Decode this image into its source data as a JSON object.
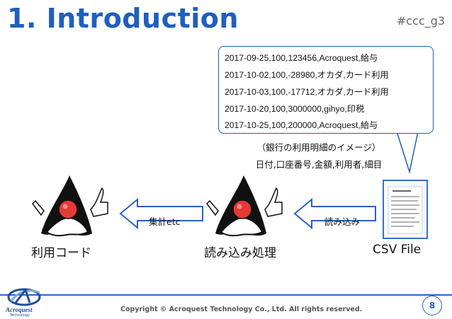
{
  "header": {
    "title": "1. Introduction",
    "hashtag": "#ccc_g3"
  },
  "bubble": {
    "lines": [
      "2017-09-25,100,123456,Acroquest,給与",
      "2017-10-02,100,-28980,オカダ,カード利用",
      "2017-10-03,100,-17712,オカダ,カード利用",
      "2017-10-20,100,3000000,gihyo,印税",
      "2017-10-25,100,200000,Acroquest,給与"
    ]
  },
  "captions": {
    "image_note": "（銀行の利用明細のイメージ）",
    "fields": "日付,口座番号,金額,利用者,細目"
  },
  "flow": {
    "left_arrow_label": "集計etc",
    "right_arrow_label": "読み込み",
    "node_left": "利用コード",
    "node_middle": "読み込み処理",
    "node_right": "CSV File"
  },
  "footer": {
    "copyright": "Copyright © Acroquest Technology Co., Ltd. All rights reserved.",
    "page_number": "8",
    "logo_text": "Acroquest",
    "logo_sub": "Technology"
  },
  "colors": {
    "accent": "#1f5fbf",
    "arrow_stroke": "#2a62c0",
    "duke_nose": "#e53935"
  }
}
